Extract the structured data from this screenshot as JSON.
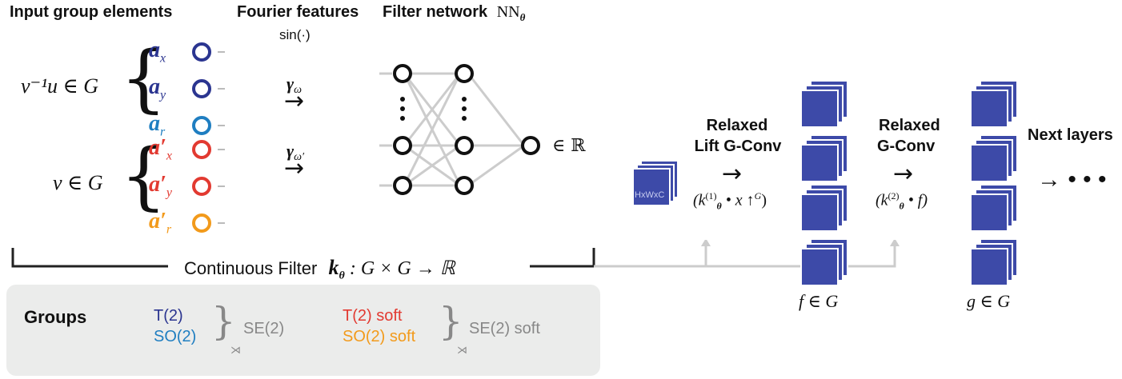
{
  "headers": {
    "input": "Input group elements",
    "fourier": "Fourier features",
    "fourier_sub": "sin(·)",
    "filter": "Filter network",
    "filter_math": "NN",
    "filter_sub": "θ"
  },
  "input_groups": [
    {
      "lhs": "v⁻¹u ∈ G",
      "items": [
        {
          "label": "a",
          "sub": "x",
          "color": "#2b3590"
        },
        {
          "label": "a",
          "sub": "y",
          "color": "#2b3590"
        },
        {
          "label": "a",
          "sub": "r",
          "color": "#1f7ec1"
        }
      ]
    },
    {
      "lhs": "v ∈ G",
      "items": [
        {
          "label": "a′",
          "sub": "x",
          "color": "#e23a31"
        },
        {
          "label": "a′",
          "sub": "y",
          "color": "#e23a31"
        },
        {
          "label": "a′",
          "sub": "r",
          "color": "#f29a1b"
        }
      ]
    }
  ],
  "fourier": {
    "gamma1": "γ",
    "gamma1_sub": "ω",
    "gamma2": "γ",
    "gamma2_sub": "ω′",
    "arrow": "→"
  },
  "network": {
    "vdots": "⋮",
    "output": "∈ ℝ"
  },
  "filter_bracket": {
    "label": "Continuous Filter",
    "math": "k",
    "math_sub": "θ",
    "math_rest": ": G × G → ℝ"
  },
  "input_stack_label": "HxWxC",
  "stages": [
    {
      "title_line1": "Relaxed",
      "title_line2": "Lift G-Conv",
      "arrow": "→",
      "formula": "(k",
      "formula_sup": "(1)",
      "formula_sub": "θ",
      "formula_rest": " • x ↑",
      "formula_sup2": "G",
      "formula_end": ")"
    },
    {
      "title_line1": "Relaxed",
      "title_line2": "G-Conv",
      "arrow": "→",
      "formula": "(k",
      "formula_sup": "(2)",
      "formula_sub": "θ",
      "formula_rest": " • f)"
    }
  ],
  "feature_labels": {
    "f": "f ∈ G",
    "g": "g ∈ G"
  },
  "next_layers": {
    "title": "Next layers",
    "arrow": "→ • • •"
  },
  "groups_panel": {
    "title": "Groups",
    "strict": {
      "t2": "T(2)",
      "so2": "SO(2)",
      "result": "SE(2)",
      "semidirect": "⋊"
    },
    "soft": {
      "t2": "T(2) soft",
      "so2": "SO(2) soft",
      "result": "SE(2) soft",
      "semidirect": "⋊"
    }
  },
  "colors": {
    "navy": "#2b3590",
    "blue": "#1f7ec1",
    "red": "#e23a31",
    "orange": "#f29a1b",
    "stack": "#3d4aa8",
    "gray_line": "#cccccc",
    "panel": "#ebeceb"
  }
}
